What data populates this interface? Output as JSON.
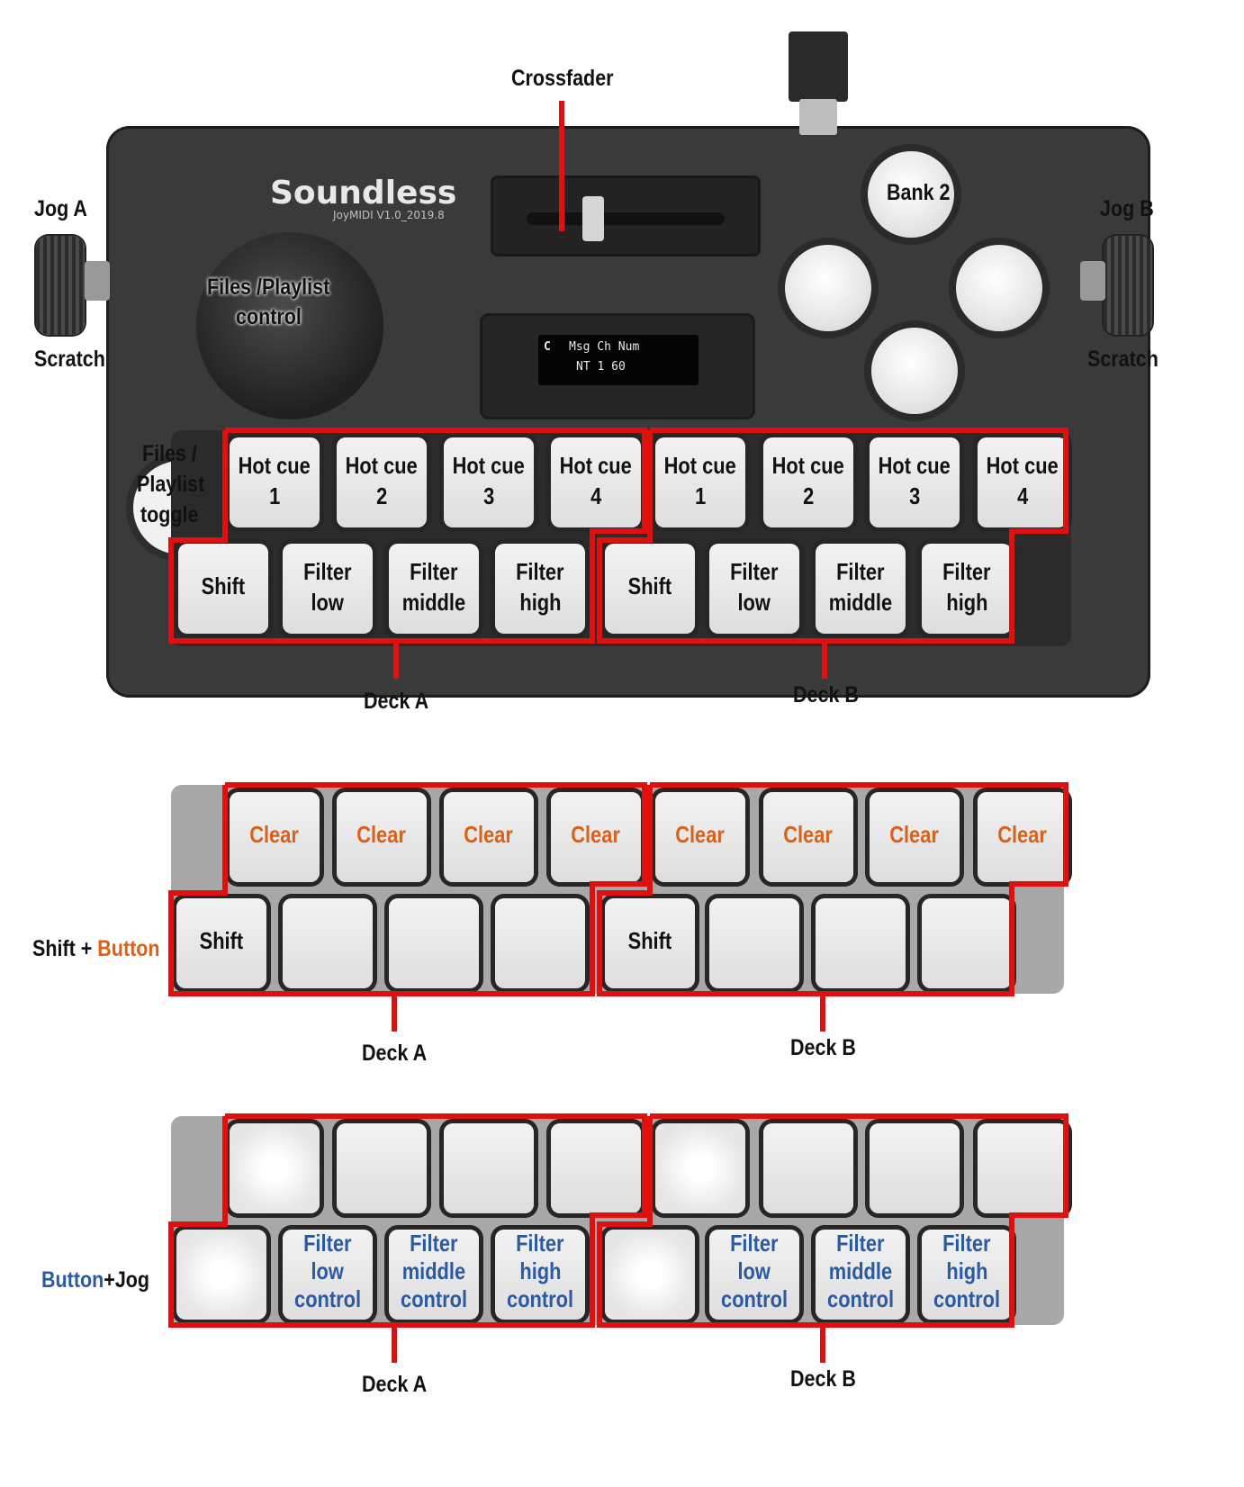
{
  "title_labels": {
    "crossfader": "Crossfader",
    "jog_a": "Jog A",
    "jog_b": "Jog B",
    "scratch_left": "Scratch",
    "scratch_right": "Scratch",
    "files_playlist_control": [
      "Files /Playlist",
      "control"
    ],
    "files_playlist_toggle": [
      "Files /",
      "Playlist",
      "toggle"
    ],
    "bank2": "Bank 2"
  },
  "device": {
    "brand": "Soundless",
    "model": "JoyMIDI  V1.0_2019.8",
    "screen": {
      "row1": "Msg  Ch  Num",
      "row2": "NT   1   60",
      "mini": "C"
    }
  },
  "section1": {
    "deckA": {
      "top": [
        [
          "Hot cue",
          "1"
        ],
        [
          "Hot cue",
          "2"
        ],
        [
          "Hot cue",
          "3"
        ],
        [
          "Hot cue",
          "4"
        ]
      ],
      "bottom": [
        [
          "Shift",
          ""
        ],
        [
          "Filter",
          "low"
        ],
        [
          "Filter",
          "middle"
        ],
        [
          "Filter",
          "high"
        ]
      ],
      "label": "Deck A"
    },
    "deckB": {
      "top": [
        [
          "Hot cue",
          "1"
        ],
        [
          "Hot cue",
          "2"
        ],
        [
          "Hot cue",
          "3"
        ],
        [
          "Hot cue",
          "4"
        ]
      ],
      "bottom": [
        [
          "Shift",
          ""
        ],
        [
          "Filter",
          "low"
        ],
        [
          "Filter",
          "middle"
        ],
        [
          "Filter",
          "high"
        ]
      ],
      "label": "Deck B"
    }
  },
  "section2": {
    "row_label_a": "Shift + ",
    "row_label_b": "Button",
    "deckA": {
      "top": [
        "Clear",
        "Clear",
        "Clear",
        "Clear"
      ],
      "shift": "Shift",
      "label": "Deck A"
    },
    "deckB": {
      "top": [
        "Clear",
        "Clear",
        "Clear",
        "Clear"
      ],
      "shift": "Shift",
      "label": "Deck B"
    }
  },
  "section3": {
    "row_label_a": "Button",
    "row_label_b": "+Jog",
    "deckA": {
      "bottom": [
        [
          "Filter",
          "low",
          "control"
        ],
        [
          "Filter",
          "middle",
          "control"
        ],
        [
          "Filter",
          "high",
          "control"
        ]
      ],
      "label": "Deck A"
    },
    "deckB": {
      "bottom": [
        [
          "Filter",
          "low",
          "control"
        ],
        [
          "Filter",
          "middle",
          "control"
        ],
        [
          "Filter",
          "high",
          "control"
        ]
      ],
      "label": "Deck B"
    }
  },
  "colors": {
    "outline": "#e01010",
    "clear_text": "#d9611a",
    "control_text": "#2c5aa0"
  }
}
